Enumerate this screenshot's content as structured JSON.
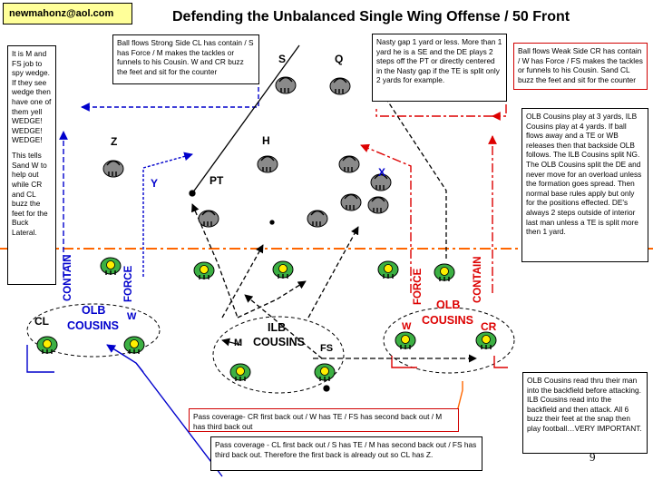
{
  "email": "newmahonz@aol.com",
  "title": "Defending the Unbalanced Single Wing Offense / 50 Front",
  "page_number": "9",
  "notes": {
    "left": [
      "It is M and FS job to spy wedge. If they see wedge then have one of them yell WEDGE! WEDGE! WEDGE!",
      "This tells Sand W to help out while CR and CL buzz the feet for the Buck Lateral."
    ],
    "strong_side": "Ball flows Strong Side CL has contain / S has Force / M makes the tackles or funnels to his Cousin.   W and CR buzz the feet and sit for the counter",
    "nasty": "Nasty gap 1 yard or less. More than 1 yard he is a SE and the DE plays 2 steps off the PT or directly centered in the Nasty gap if the TE is split only 2 yards for example.",
    "weak_side": "Ball flows Weak Side CR has contain / W has Force / FS makes the tackles or funnels to his Cousin.   Sand CL buzz the feet and sit for the counter",
    "olb_right": "OLB Cousins play at 3 yards, ILB Cousins play at 4 yards. If ball flows away and a TE or WB releases then that backside OLB follows. The ILB Cousins split  NG. The OLB Cousins split the DE and never move for an overload unless the formation goes spread. Then normal base rules apply but only for the positions effected. DE's always 2 steps outside of interior last man unless a TE is split more then 1 yard.",
    "read": "OLB Cousins read thru their man into the backfield before attacking. ILB Cousins read into the backfield and then attack. All 6 buzz their feet at the snap then play football…VERY IMPORTANT.",
    "pass1": "Pass coverage- CR first back out / W has TE / FS has second back out / M has third back out",
    "pass2": "Pass coverage - CL first back out / S has TE / M has second back out / FS has third back out. Therefore the first back is already out so CL has Z."
  },
  "labels": {
    "S": "S",
    "Q": "Q",
    "Z": "Z",
    "H": "H",
    "PT": "PT",
    "Y": "Y",
    "X": "X",
    "CL": "CL",
    "CR": "CR",
    "W_left": "W",
    "W_right": "W",
    "M": "M",
    "FS": "FS",
    "olb_left": "OLB",
    "cousins_left": "COUSINS",
    "ilb": "ILB",
    "cousins_mid": "COUSINS",
    "olb_right": "OLB",
    "cousins_right": "COUSINS",
    "contain_left": "CONTAIN",
    "force_left": "FORCE",
    "force_right": "FORCE",
    "contain_right": "CONTAIN"
  },
  "colors": {
    "blue": "#0000cc",
    "red": "#dd0000",
    "orange": "#ff6600",
    "green": "#1a8a1a",
    "black": "#000000"
  }
}
